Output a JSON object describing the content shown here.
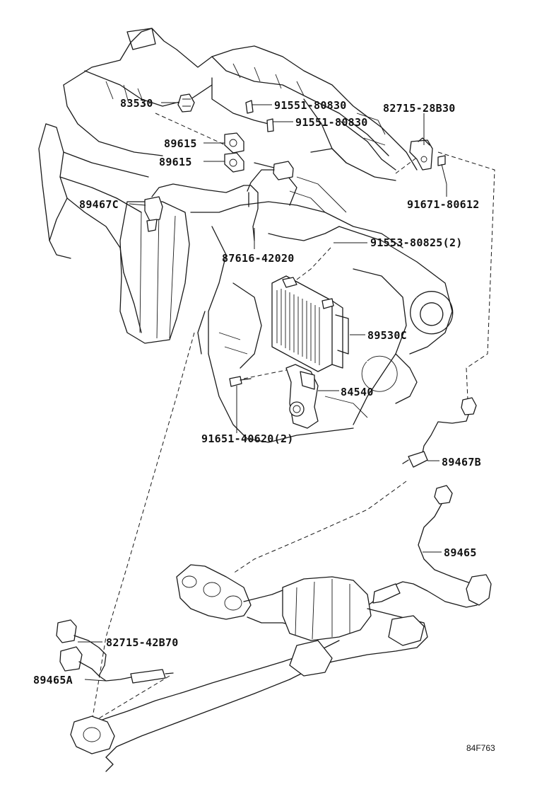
{
  "diagram": {
    "catalog_code": "84F763",
    "labels": {
      "p83530": "83530",
      "p91551_a": "91551-80830",
      "p91551_b": "91551-80830",
      "p82715_28b30": "82715-28B30",
      "p89615_a": "89615",
      "p89615_b": "89615",
      "p91671": "91671-80612",
      "p89467c": "89467C",
      "p91553": "91553-80825(2)",
      "p87616": "87616-42020",
      "p89530c": "89530C",
      "p84540": "84540",
      "p91651": "91651-40620(2)",
      "p89467b": "89467B",
      "p89465": "89465",
      "p82715_42b70": "82715-42B70",
      "p89465a": "89465A"
    }
  }
}
